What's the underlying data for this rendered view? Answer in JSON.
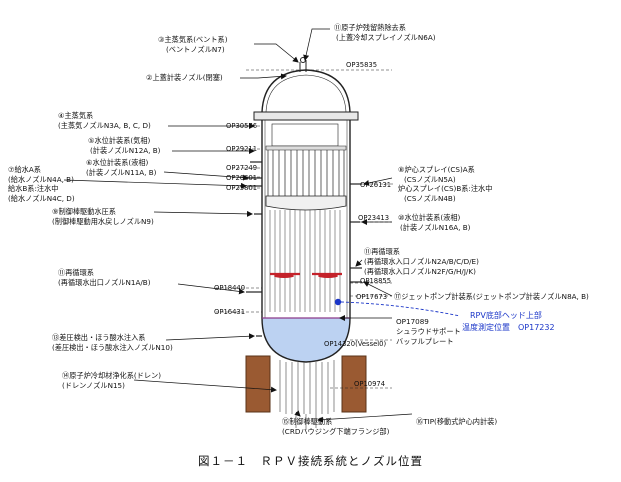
{
  "labels": {
    "l1a": "⑪原子炉残留熱除去系",
    "l1b": "(上蓋冷却スプレイノズルN6A)",
    "l2a": "③主蒸気系(ベント系)",
    "l2b": "(ベントノズルN7)",
    "l3": "②上蓋計装ノズル(閉塞)",
    "l4a": "④主蒸気系",
    "l4b": "(主蒸気ノズルN3A, B, C, D)",
    "l5a": "⑤水位計装系(気相)",
    "l5b": "(計装ノズルN12A, B)",
    "l6a": "⑥水位計装系(液相)",
    "l6b": "(計装ノズルN11A, B)",
    "l7a": "⑦給水A系",
    "l7b": "(給水ノズルN4A, B)",
    "l7c": "給水B系:注水中",
    "l7d": "(給水ノズルN4C, D)",
    "l8a": "⑨制御棒駆動水圧系",
    "l8b": "(制御棒駆動用水戻しノズルN9)",
    "l9a": "⑧炉心スプレイ(CS)A系",
    "l9b": "(CSノズルN5A)",
    "l9c": "炉心スプレイ(CS)B系:注水中",
    "l9d": "(CSノズルN4B)",
    "l10a": "⑩水位計装系(液相)",
    "l10b": "(計装ノズルN16A, B)",
    "l11a": "⑪再循環系",
    "l11b": "(再循環水入口ノズルN2A/B/C/D/E)",
    "l11c": "(再循環水入口ノズルN2F/G/H/J/K)",
    "l12a": "⑪再循環系",
    "l12b": "(再循環水出口ノズルN1A/B)",
    "l13": "⑰ジェットポンプ計装系(ジェットポンプ計装ノズルN8A, B)",
    "l14a": "OP17089",
    "l14b": "シュラウドサポート",
    "l14c": "バッフルプレート",
    "l15a": "⑬差圧検出・ほう酸水注入系",
    "l15b": "(差圧検出・ほう酸水注入ノズルN10)",
    "l16a": "⑭原子炉冷却材浄化系(ドレン)",
    "l16b": "(ドレンノズルN15)",
    "l17a": "⑮制御棒駆動系",
    "l17b": "(CRDハウジング下端フランジ部)",
    "l18": "⑯TIP(移動式炉心内計装)"
  },
  "elevations": {
    "op1": "OP35835",
    "op2": "OP30576",
    "op3": "OP29211",
    "op4": "OP27249",
    "op5": "OP26601",
    "op6": "OP25801",
    "op7": "OP26131",
    "op8": "OP23413",
    "op9": "OP18855",
    "op10": "OP18440",
    "op11": "OP17673",
    "op12": "OP16431",
    "op13": "OP14320(Vessel0)",
    "op14": "OP10974"
  },
  "annotation": {
    "line1": "RPV底部ヘッド上部",
    "line2": "温度測定位置　OP17232"
  },
  "caption": "図１－１　ＲＰＶ接続系統とノズル位置",
  "colors": {
    "accent_blue": "#1a35c8",
    "water": "#bcd2f2",
    "sparger": "#c4222a",
    "skirt": "#9a5a32"
  }
}
